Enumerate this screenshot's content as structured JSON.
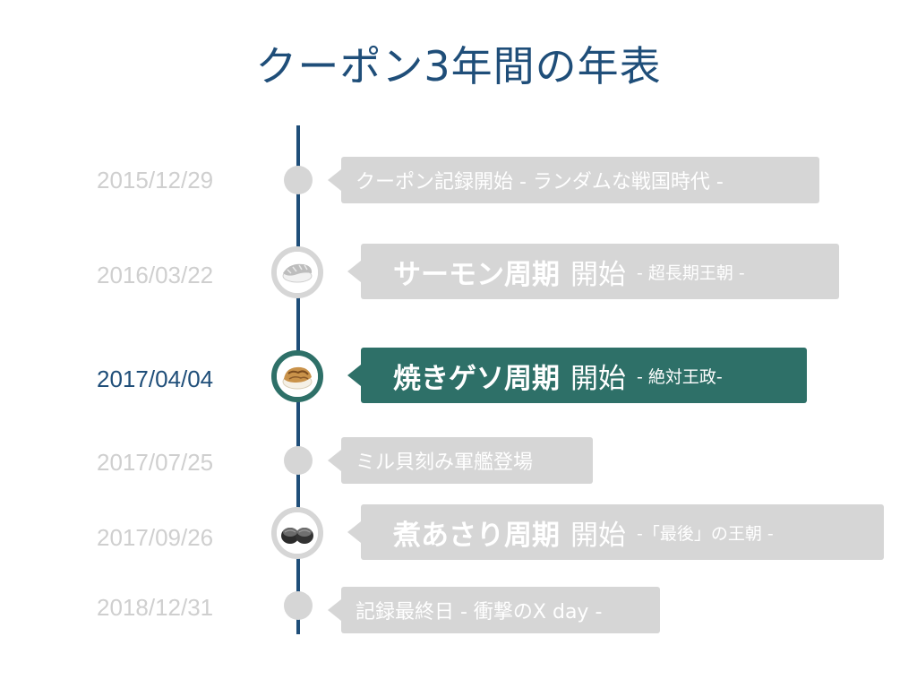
{
  "title": "クーポン3年間の年表",
  "events": [
    {
      "date": "2015/12/29",
      "text": "クーポン記録開始 - ランダムな戦国時代 -"
    },
    {
      "date": "2016/03/22",
      "main": "サーモン周期",
      "start": "開始",
      "sub": "- 超長期王朝 -",
      "icon": "salmon-sushi-icon"
    },
    {
      "date": "2017/04/04",
      "main": "焼きゲソ周期",
      "start": "開始",
      "sub": "- 絶対王政-",
      "icon": "grilled-squid-sushi-icon"
    },
    {
      "date": "2017/07/25",
      "text": "ミル貝刻み軍艦登場"
    },
    {
      "date": "2017/09/26",
      "main": "煮あさり周期",
      "start": "開始",
      "sub": "-「最後」の王朝 -",
      "icon": "clam-gunkan-sushi-icon"
    },
    {
      "date": "2018/12/31",
      "text": "記録最終日 - 衝撃のX day -"
    }
  ],
  "colors": {
    "accent": "#2e7068",
    "axis": "#1f4e79",
    "inactive": "#d6d6d6",
    "inactive_text": "#cfcfcf"
  }
}
